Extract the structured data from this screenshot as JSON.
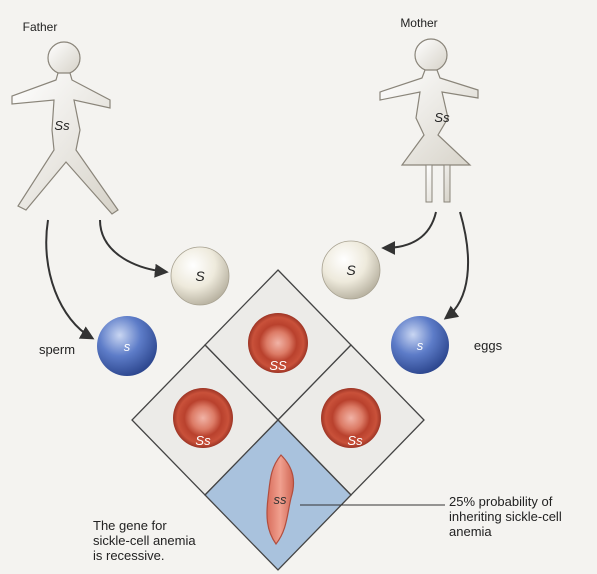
{
  "labels": {
    "father": "Father",
    "mother": "Mother",
    "sperm": "sperm",
    "eggs": "eggs",
    "gene_note": "The gene for\nsickle-cell anemia\nis recessive.",
    "probability_note": "25% probability of\ninheriting sickle-cell\nanemia"
  },
  "genotypes": {
    "father": "Ss",
    "mother": "Ss",
    "sperm_dominant": "S",
    "sperm_recessive": "s",
    "egg_dominant": "S",
    "egg_recessive": "s",
    "cell_top": "SS",
    "cell_left": "Ss",
    "cell_right": "Ss",
    "cell_bottom": "ss"
  },
  "colors": {
    "background": "#f4f3f0",
    "dominant_allele": "#eeeadc",
    "recessive_allele": "#5d7cc8",
    "red_cell": "#c9513a",
    "punnett_cell_fill": "#ecebe8",
    "affected_cell_fill": "#a9c2dd",
    "sickle_cell": "#e88a78"
  }
}
